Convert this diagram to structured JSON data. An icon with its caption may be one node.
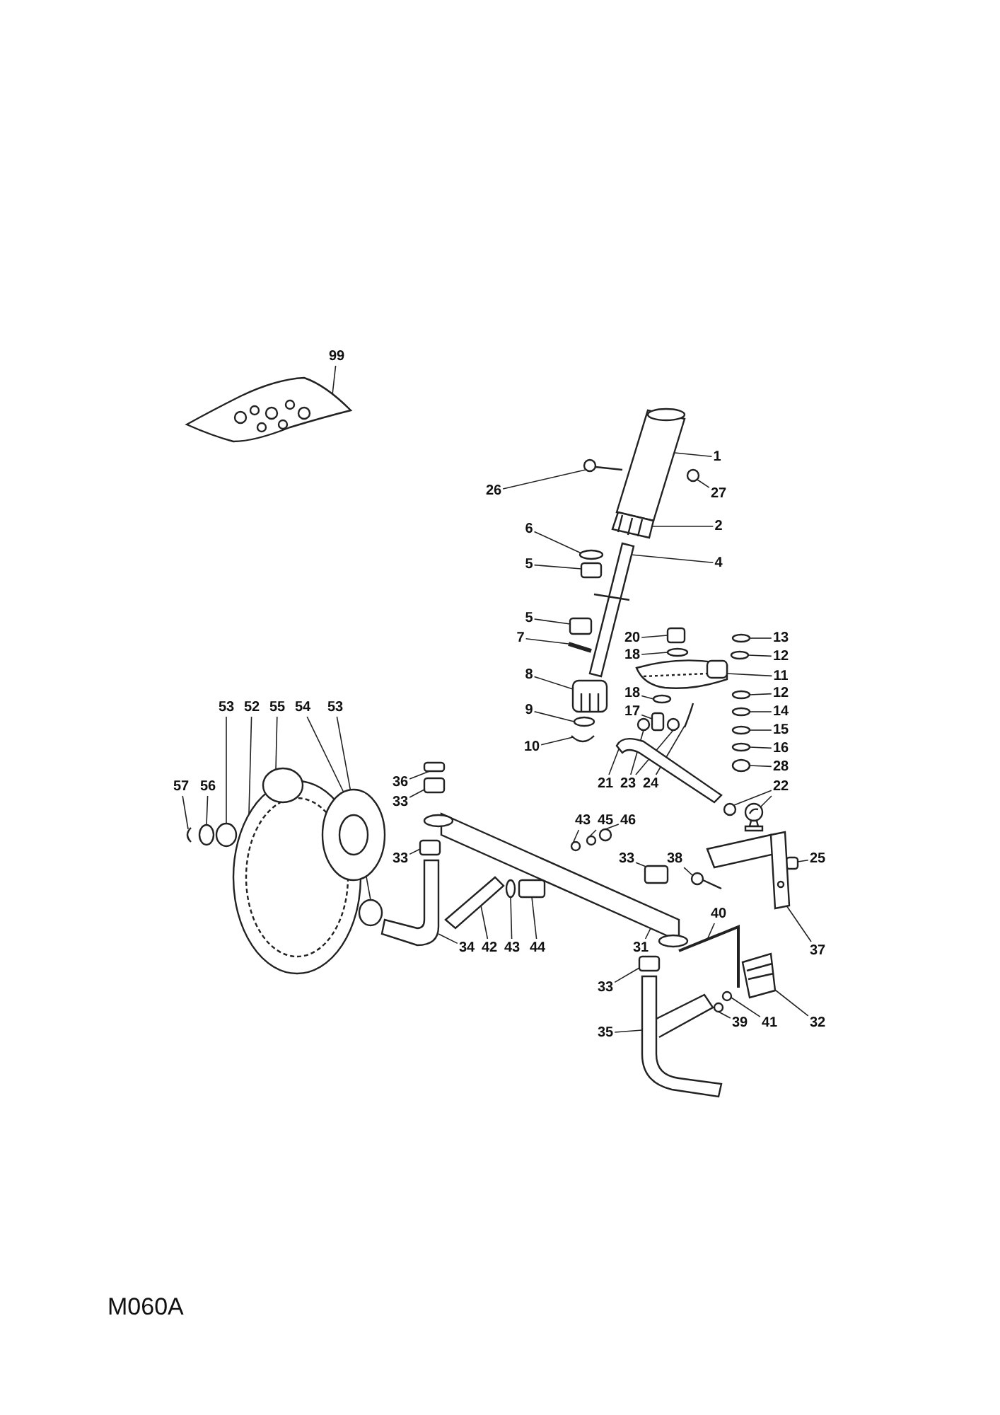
{
  "diagram": {
    "nodes": [
      {
        "text": [
          "99"
        ]
      },
      {
        "text": [
          "1"
        ]
      },
      {
        "text": [
          "26"
        ]
      },
      {
        "text": [
          "27"
        ]
      },
      {
        "text": [
          "6"
        ]
      },
      {
        "text": [
          "2"
        ]
      },
      {
        "text": [
          "5"
        ]
      },
      {
        "text": [
          "4"
        ]
      },
      {
        "text": [
          "5"
        ]
      },
      {
        "text": [
          "7"
        ]
      },
      {
        "text": [
          "20"
        ]
      },
      {
        "text": [
          "13"
        ]
      },
      {
        "text": [
          "18"
        ]
      },
      {
        "text": [
          "12"
        ]
      },
      {
        "text": [
          "11"
        ]
      },
      {
        "text": [
          "8"
        ]
      },
      {
        "text": [
          "18"
        ]
      },
      {
        "text": [
          "12"
        ]
      },
      {
        "text": [
          "17"
        ]
      },
      {
        "text": [
          "14"
        ]
      },
      {
        "text": [
          "9"
        ]
      },
      {
        "text": [
          "15"
        ]
      },
      {
        "text": [
          "10"
        ]
      },
      {
        "text": [
          "16"
        ]
      },
      {
        "text": [
          "53"
        ]
      },
      {
        "text": [
          "52"
        ]
      },
      {
        "text": [
          "55"
        ]
      },
      {
        "text": [
          "54"
        ]
      },
      {
        "text": [
          "53"
        ]
      },
      {
        "text": [
          "28"
        ]
      },
      {
        "text": [
          "21"
        ]
      },
      {
        "text": [
          "23"
        ]
      },
      {
        "text": [
          "24"
        ]
      },
      {
        "text": [
          "57"
        ]
      },
      {
        "text": [
          "56"
        ]
      },
      {
        "text": [
          "22"
        ]
      },
      {
        "text": [
          "36"
        ]
      },
      {
        "text": [
          "33"
        ]
      },
      {
        "text": [
          "43"
        ]
      },
      {
        "text": [
          "45"
        ]
      },
      {
        "text": [
          "46"
        ]
      },
      {
        "text": [
          "33"
        ]
      },
      {
        "text": [
          "33"
        ]
      },
      {
        "text": [
          "38"
        ]
      },
      {
        "text": [
          "25"
        ]
      },
      {
        "text": [
          "40"
        ]
      },
      {
        "text": [
          "34"
        ]
      },
      {
        "text": [
          "42"
        ]
      },
      {
        "text": [
          "43"
        ]
      },
      {
        "text": [
          "44"
        ]
      },
      {
        "text": [
          "31"
        ]
      },
      {
        "text": [
          "37"
        ]
      },
      {
        "text": [
          "33"
        ]
      },
      {
        "text": [
          "35"
        ]
      },
      {
        "text": [
          "39"
        ]
      },
      {
        "text": [
          "41"
        ]
      },
      {
        "text": [
          "32"
        ]
      },
      {
        "text": [],
        "shape": "picture"
      },
      {
        "text": [],
        "shape": "picture"
      },
      {
        "text": [],
        "shape": "picture"
      },
      {
        "text": [],
        "shape": "circle"
      },
      {
        "text": [],
        "shape": "circle"
      },
      {
        "text": [],
        "shape": "picture"
      },
      {
        "text": [],
        "shape": "box"
      },
      {
        "text": [],
        "shape": "picture"
      },
      {
        "text": [],
        "shape": "box"
      },
      {
        "text": [],
        "shape": "picture"
      },
      {
        "text": [],
        "shape": "box"
      },
      {
        "text": [],
        "shape": "circle"
      },
      {
        "text": [],
        "shape": "circle"
      },
      {
        "text": [],
        "shape": "circle"
      },
      {
        "text": [],
        "shape": "picture"
      },
      {
        "text": [],
        "shape": "picture"
      },
      {
        "text": [],
        "shape": "circle"
      },
      {
        "text": [],
        "shape": "circle"
      },
      {
        "text": [],
        "shape": "box"
      },
      {
        "text": [],
        "shape": "circle"
      },
      {
        "text": [],
        "shape": "circle"
      },
      {
        "text": [],
        "shape": "circle"
      },
      {
        "text": [],
        "shape": "picture"
      },
      {
        "text": [],
        "shape": "circle"
      },
      {
        "text": [],
        "shape": "circle"
      },
      {
        "text": [],
        "shape": "picture"
      },
      {
        "text": [],
        "shape": "circle"
      },
      {
        "text": [],
        "shape": "picture"
      },
      {
        "text": [],
        "shape": "circle"
      },
      {
        "text": [],
        "shape": "circle"
      },
      {
        "text": [],
        "shape": "picture"
      },
      {
        "text": [],
        "shape": "circle"
      },
      {
        "text": [],
        "shape": "circle"
      },
      {
        "text": [],
        "shape": "picture"
      },
      {
        "text": [],
        "shape": "picture"
      },
      {
        "text": [],
        "shape": "circle"
      },
      {
        "text": [],
        "shape": "circle"
      },
      {
        "text": [],
        "shape": "picture"
      },
      {
        "text": [],
        "shape": "box"
      },
      {
        "text": [],
        "shape": "box"
      },
      {
        "text": [],
        "shape": "circle"
      },
      {
        "text": [],
        "shape": "circle"
      },
      {
        "text": [],
        "shape": "circle"
      },
      {
        "text": [],
        "shape": "box"
      },
      {
        "text": [],
        "shape": "box"
      },
      {
        "text": [],
        "shape": "picture"
      },
      {
        "text": [],
        "shape": "box"
      },
      {
        "text": [],
        "shape": "picture"
      },
      {
        "text": [],
        "shape": "picture"
      },
      {
        "text": [],
        "shape": "picture"
      },
      {
        "text": [],
        "shape": "circle"
      },
      {
        "text": [],
        "shape": "box"
      },
      {
        "text": [],
        "shape": "picture"
      },
      {
        "text": [],
        "shape": "picture"
      },
      {
        "text": [],
        "shape": "box"
      },
      {
        "text": [],
        "shape": "picture"
      },
      {
        "text": [],
        "shape": "circle"
      },
      {
        "text": [],
        "shape": "circle"
      },
      {
        "text": [],
        "shape": "picture"
      }
    ],
    "edges": [
      {
        "from": 0,
        "to": 57,
        "arrow": "none"
      },
      {
        "from": 1,
        "to": 58,
        "arrow": "none"
      },
      {
        "from": 2,
        "to": 59,
        "arrow": "none"
      },
      {
        "from": 3,
        "to": 60,
        "arrow": "none"
      },
      {
        "from": 4,
        "to": 61,
        "arrow": "none"
      },
      {
        "from": 5,
        "to": 62,
        "arrow": "none"
      },
      {
        "from": 6,
        "to": 63,
        "arrow": "none"
      },
      {
        "from": 7,
        "to": 64,
        "arrow": "none"
      },
      {
        "from": 8,
        "to": 65,
        "arrow": "none"
      },
      {
        "from": 9,
        "to": 66,
        "arrow": "none"
      },
      {
        "from": 10,
        "to": 67,
        "arrow": "none"
      },
      {
        "from": 11,
        "to": 68,
        "arrow": "none"
      },
      {
        "from": 12,
        "to": 69,
        "arrow": "none"
      },
      {
        "from": 13,
        "to": 70,
        "arrow": "none"
      },
      {
        "from": 14,
        "to": 71,
        "arrow": "none"
      },
      {
        "from": 15,
        "to": 72,
        "arrow": "none"
      },
      {
        "from": 16,
        "to": 73,
        "arrow": "none"
      },
      {
        "from": 17,
        "to": 74,
        "arrow": "none"
      },
      {
        "from": 18,
        "to": 75,
        "arrow": "none"
      },
      {
        "from": 19,
        "to": 76,
        "arrow": "none"
      },
      {
        "from": 20,
        "to": 77,
        "arrow": "none"
      },
      {
        "from": 21,
        "to": 78,
        "arrow": "none"
      },
      {
        "from": 22,
        "to": 79,
        "arrow": "none"
      },
      {
        "from": 23,
        "to": 80,
        "arrow": "none"
      },
      {
        "from": 24,
        "to": 81,
        "arrow": "none"
      },
      {
        "from": 25,
        "to": 82,
        "arrow": "none"
      },
      {
        "from": 26,
        "to": 83,
        "arrow": "none"
      },
      {
        "from": 27,
        "to": 84,
        "arrow": "none"
      },
      {
        "from": 28,
        "to": 85,
        "arrow": "none"
      },
      {
        "from": 29,
        "to": 86,
        "arrow": "none"
      },
      {
        "from": 30,
        "to": 87,
        "arrow": "none"
      },
      {
        "from": 31,
        "to": 88,
        "arrow": "none"
      },
      {
        "from": 31,
        "to": 89,
        "arrow": "none"
      },
      {
        "from": 32,
        "to": 90,
        "arrow": "none"
      },
      {
        "from": 33,
        "to": 91,
        "arrow": "none"
      },
      {
        "from": 34,
        "to": 92,
        "arrow": "none"
      },
      {
        "from": 35,
        "to": 93,
        "arrow": "none"
      },
      {
        "from": 35,
        "to": 94,
        "arrow": "none"
      },
      {
        "from": 36,
        "to": 95,
        "arrow": "none"
      },
      {
        "from": 37,
        "to": 96,
        "arrow": "none"
      },
      {
        "from": 38,
        "to": 97,
        "arrow": "none"
      },
      {
        "from": 39,
        "to": 98,
        "arrow": "none"
      },
      {
        "from": 40,
        "to": 99,
        "arrow": "none"
      },
      {
        "from": 41,
        "to": 100,
        "arrow": "none"
      },
      {
        "from": 42,
        "to": 101,
        "arrow": "none"
      },
      {
        "from": 43,
        "to": 102,
        "arrow": "none"
      },
      {
        "from": 44,
        "to": 103,
        "arrow": "none"
      },
      {
        "from": 45,
        "to": 104,
        "arrow": "none"
      },
      {
        "from": 46,
        "to": 105,
        "arrow": "none"
      },
      {
        "from": 47,
        "to": 106,
        "arrow": "none"
      },
      {
        "from": 48,
        "to": 107,
        "arrow": "none"
      },
      {
        "from": 49,
        "to": 108,
        "arrow": "none"
      },
      {
        "from": 50,
        "to": 109,
        "arrow": "none"
      },
      {
        "from": 51,
        "to": 110,
        "arrow": "none"
      },
      {
        "from": 52,
        "to": 111,
        "arrow": "none"
      },
      {
        "from": 53,
        "to": 112,
        "arrow": "none"
      },
      {
        "from": 54,
        "to": 113,
        "arrow": "none"
      },
      {
        "from": 55,
        "to": 114,
        "arrow": "none"
      },
      {
        "from": 56,
        "to": 115,
        "arrow": "none"
      }
    ],
    "labels": [
      "M060A"
    ]
  }
}
